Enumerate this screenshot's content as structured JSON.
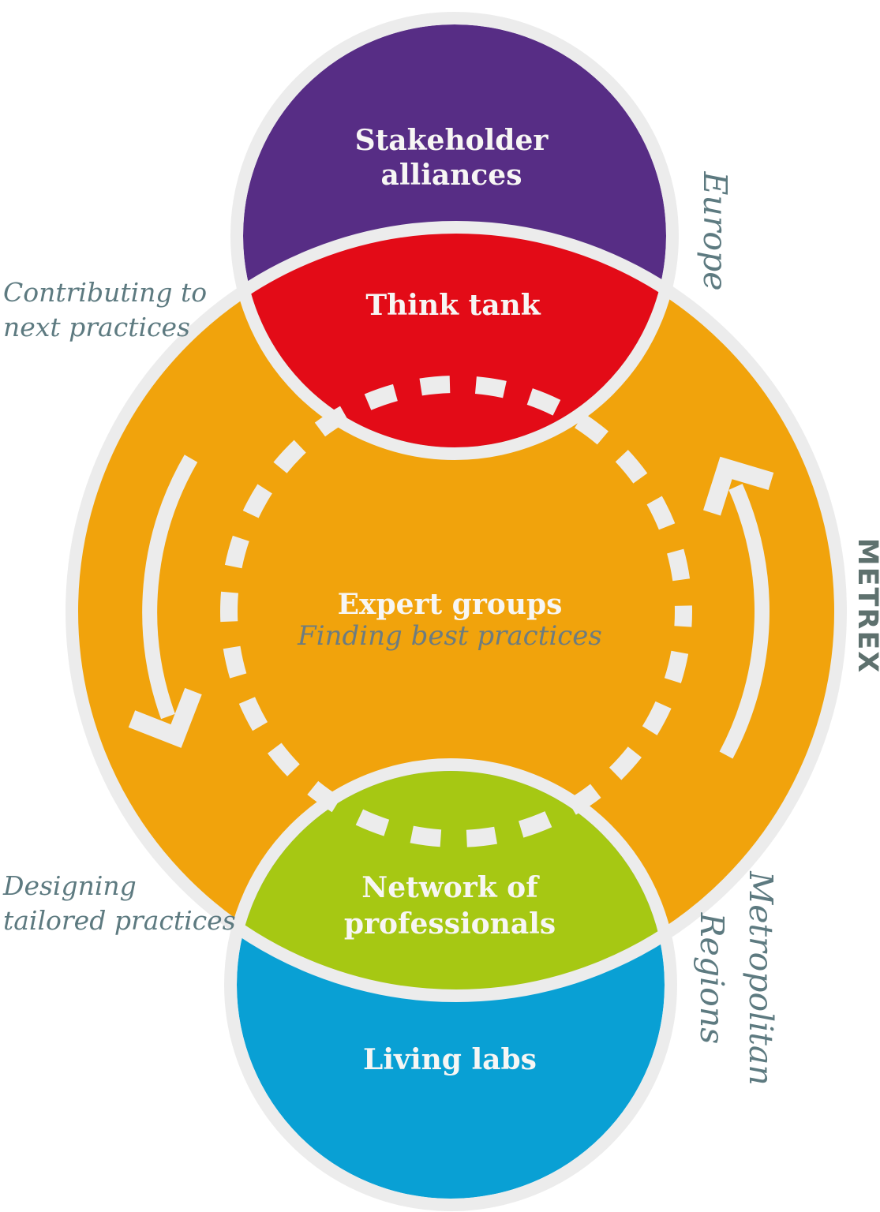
{
  "diagram": {
    "title": "METREX cycle diagram",
    "colors": {
      "purple": "#572D85",
      "red": "#E30B17",
      "orange": "#F1A30C",
      "green": "#A6C813",
      "blue": "#09A0D4",
      "ring": "#ECECEC",
      "label_text": "#F7F6F4",
      "annotation_text": "#5D7A80",
      "metrex_text": "#5E716E",
      "sublabel_text": "#6C7C80"
    },
    "nodes": {
      "stakeholder_alliances": {
        "line1": "Stakeholder",
        "line2": "alliances"
      },
      "think_tank": {
        "label": "Think tank"
      },
      "expert_groups": {
        "label": "Expert groups",
        "subtitle": "Finding best practices"
      },
      "network_of_professionals": {
        "line1": "Network of",
        "line2": "professionals"
      },
      "living_labs": {
        "label": "Living labs"
      }
    },
    "annotations": {
      "contributing": {
        "line1": "Contributing to",
        "line2": "next practices"
      },
      "designing": {
        "line1": "Designing",
        "line2": "tailored practices"
      },
      "europe": "Europe",
      "metrex": "METREX",
      "metropolitan": {
        "line1": "Metropolitan",
        "line2": "Regions"
      }
    }
  }
}
